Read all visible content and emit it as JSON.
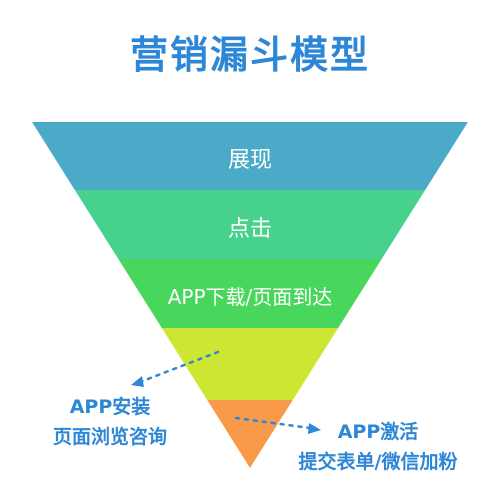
{
  "title": "营销漏斗模型",
  "stages": [
    {
      "label": "展现",
      "color": "#4baac8"
    },
    {
      "label": "点击",
      "color": "#46d28c"
    },
    {
      "label": "APP下载/页面到达",
      "color": "#48d65c"
    },
    {
      "label": "",
      "color": "#cde632"
    },
    {
      "label": "",
      "color": "#f89a4a"
    }
  ],
  "callouts": {
    "left": {
      "line1": "APP安装",
      "line2": "页面浏览咨询"
    },
    "right": {
      "line1": "APP激活",
      "line2": "提交表单/微信加粉"
    }
  },
  "colors": {
    "title": "#2e86d6",
    "callout": "#2e86d6"
  }
}
